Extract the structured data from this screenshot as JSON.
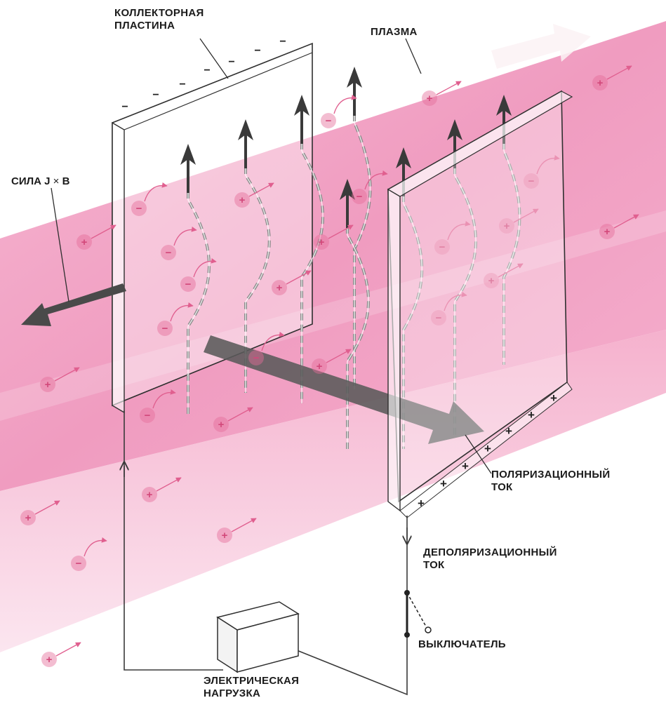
{
  "labels": {
    "collector_plate": [
      "КОЛЛЕКТОРНАЯ",
      "ПЛАСТИНА"
    ],
    "plasma": "ПЛАЗМА",
    "force": {
      "prefix": "СИЛА",
      "j": "J",
      "times": "×",
      "b": "B"
    },
    "polarization_current": [
      "ПОЛЯРИЗАЦИОННЫЙ",
      "ТОК"
    ],
    "depolarization_current": [
      "ДЕПОЛЯРИЗАЦИОННЫЙ",
      "ТОК"
    ],
    "switch": "ВЫКЛЮЧАТЕЛЬ",
    "electric_load": [
      "ЭЛЕКТРИЧЕСКАЯ",
      "НАГРУЗКА"
    ]
  },
  "symbols": {
    "positive": "+",
    "negative": "−"
  },
  "colors": {
    "plasma": "#f2a2c6",
    "plasma_dark": "#e8809f",
    "particle": "#e46d98",
    "arrow_dark": "#3a3a3a",
    "flow_arrow": "#f4f0ee",
    "wire": "#3a3a3a"
  }
}
